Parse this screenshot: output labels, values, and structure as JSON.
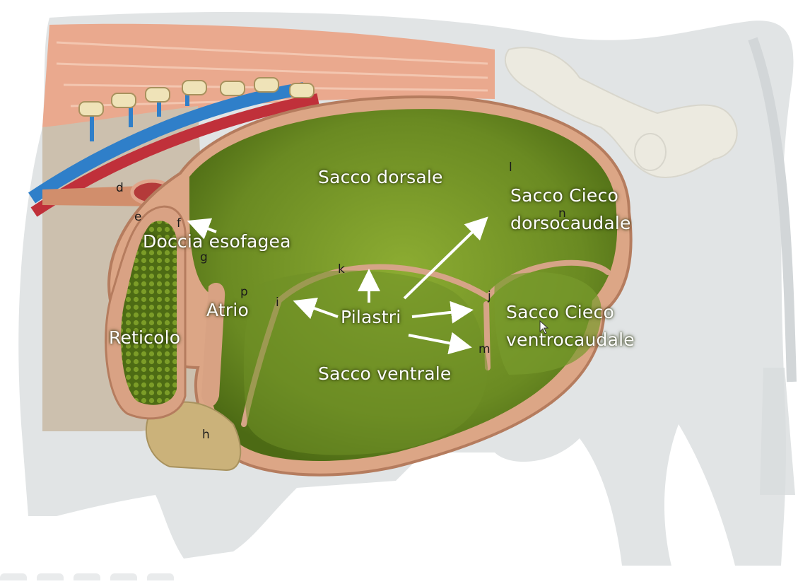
{
  "labels": {
    "sacco_dorsale": "Sacco dorsale",
    "sacco_cieco_dorso_1": "Sacco Cieco",
    "sacco_cieco_dorso_2": "dorsocaudale",
    "doccia_esofagea": "Doccia esofagea",
    "atrio": "Atrio",
    "pilastri": "Pilastri",
    "sacco_cieco_ventro_1": "Sacco Cieco",
    "sacco_cieco_ventro_2": "ventrocaudale",
    "reticolo": "Reticolo",
    "sacco_ventrale": "Sacco ventrale"
  },
  "letters": {
    "d": "d",
    "e": "e",
    "f": "f",
    "g": "g",
    "h": "h",
    "i": "i",
    "j": "j",
    "k": "k",
    "l": "l",
    "m": "m",
    "n": "n",
    "p": "p"
  },
  "colors": {
    "rumen_green": "#5e7d1c",
    "rumen_light": "#86a42d",
    "wall": "#d9a587",
    "cow_body": "#dfe2e3",
    "muscle": "#e7a98d",
    "vein": "#2f7fc9",
    "artery": "#c0303a"
  }
}
